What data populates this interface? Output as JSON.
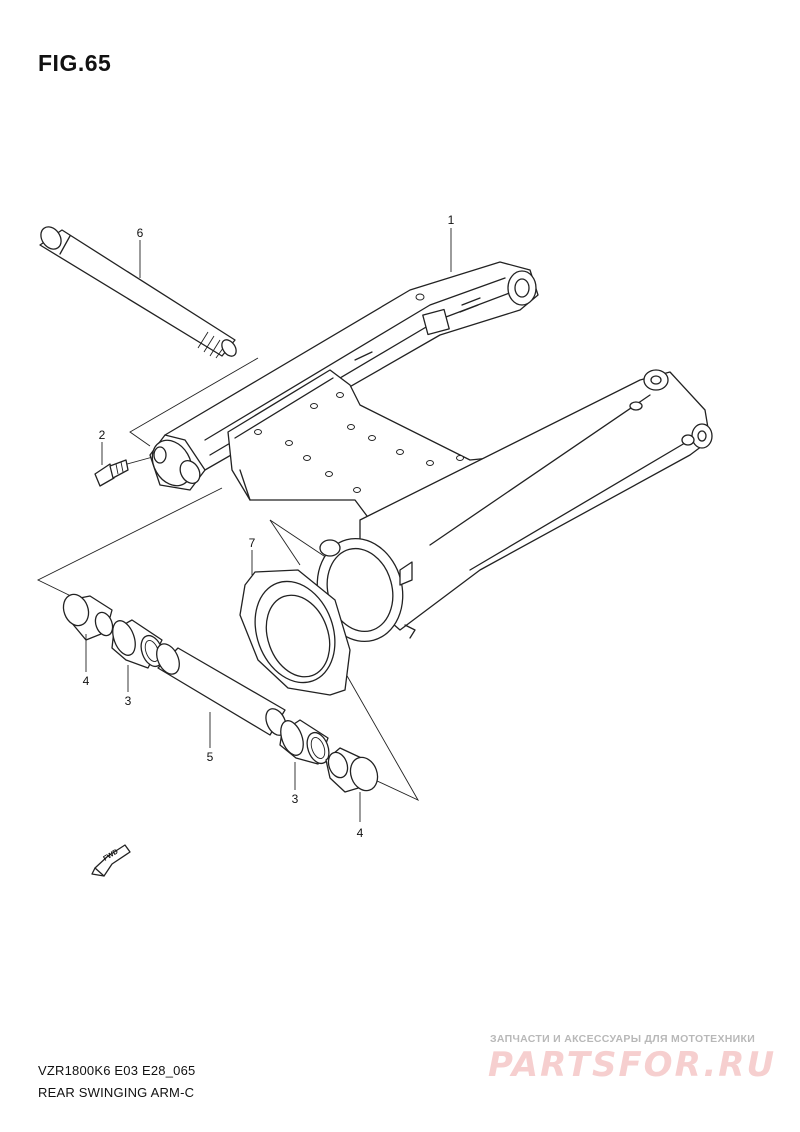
{
  "figure": {
    "title": "FIG.65",
    "callouts": [
      {
        "id": "1",
        "label": "1"
      },
      {
        "id": "2",
        "label": "2"
      },
      {
        "id": "3a",
        "label": "3"
      },
      {
        "id": "3b",
        "label": "3"
      },
      {
        "id": "4a",
        "label": "4"
      },
      {
        "id": "4b",
        "label": "4"
      },
      {
        "id": "5",
        "label": "5"
      },
      {
        "id": "6",
        "label": "6"
      },
      {
        "id": "7",
        "label": "7"
      }
    ],
    "fwd_label": "FWD"
  },
  "footer": {
    "model_code": "VZR1800K6 E03 E28_065",
    "part_name": "REAR SWINGING ARM-C"
  },
  "watermark": {
    "tagline": "ЗАПЧАСТИ И АКСЕССУАРЫ ДЛЯ МОТОТЕХНИКИ",
    "logo": "PARTSFOR.RU",
    "color": "#f6cfcf"
  }
}
